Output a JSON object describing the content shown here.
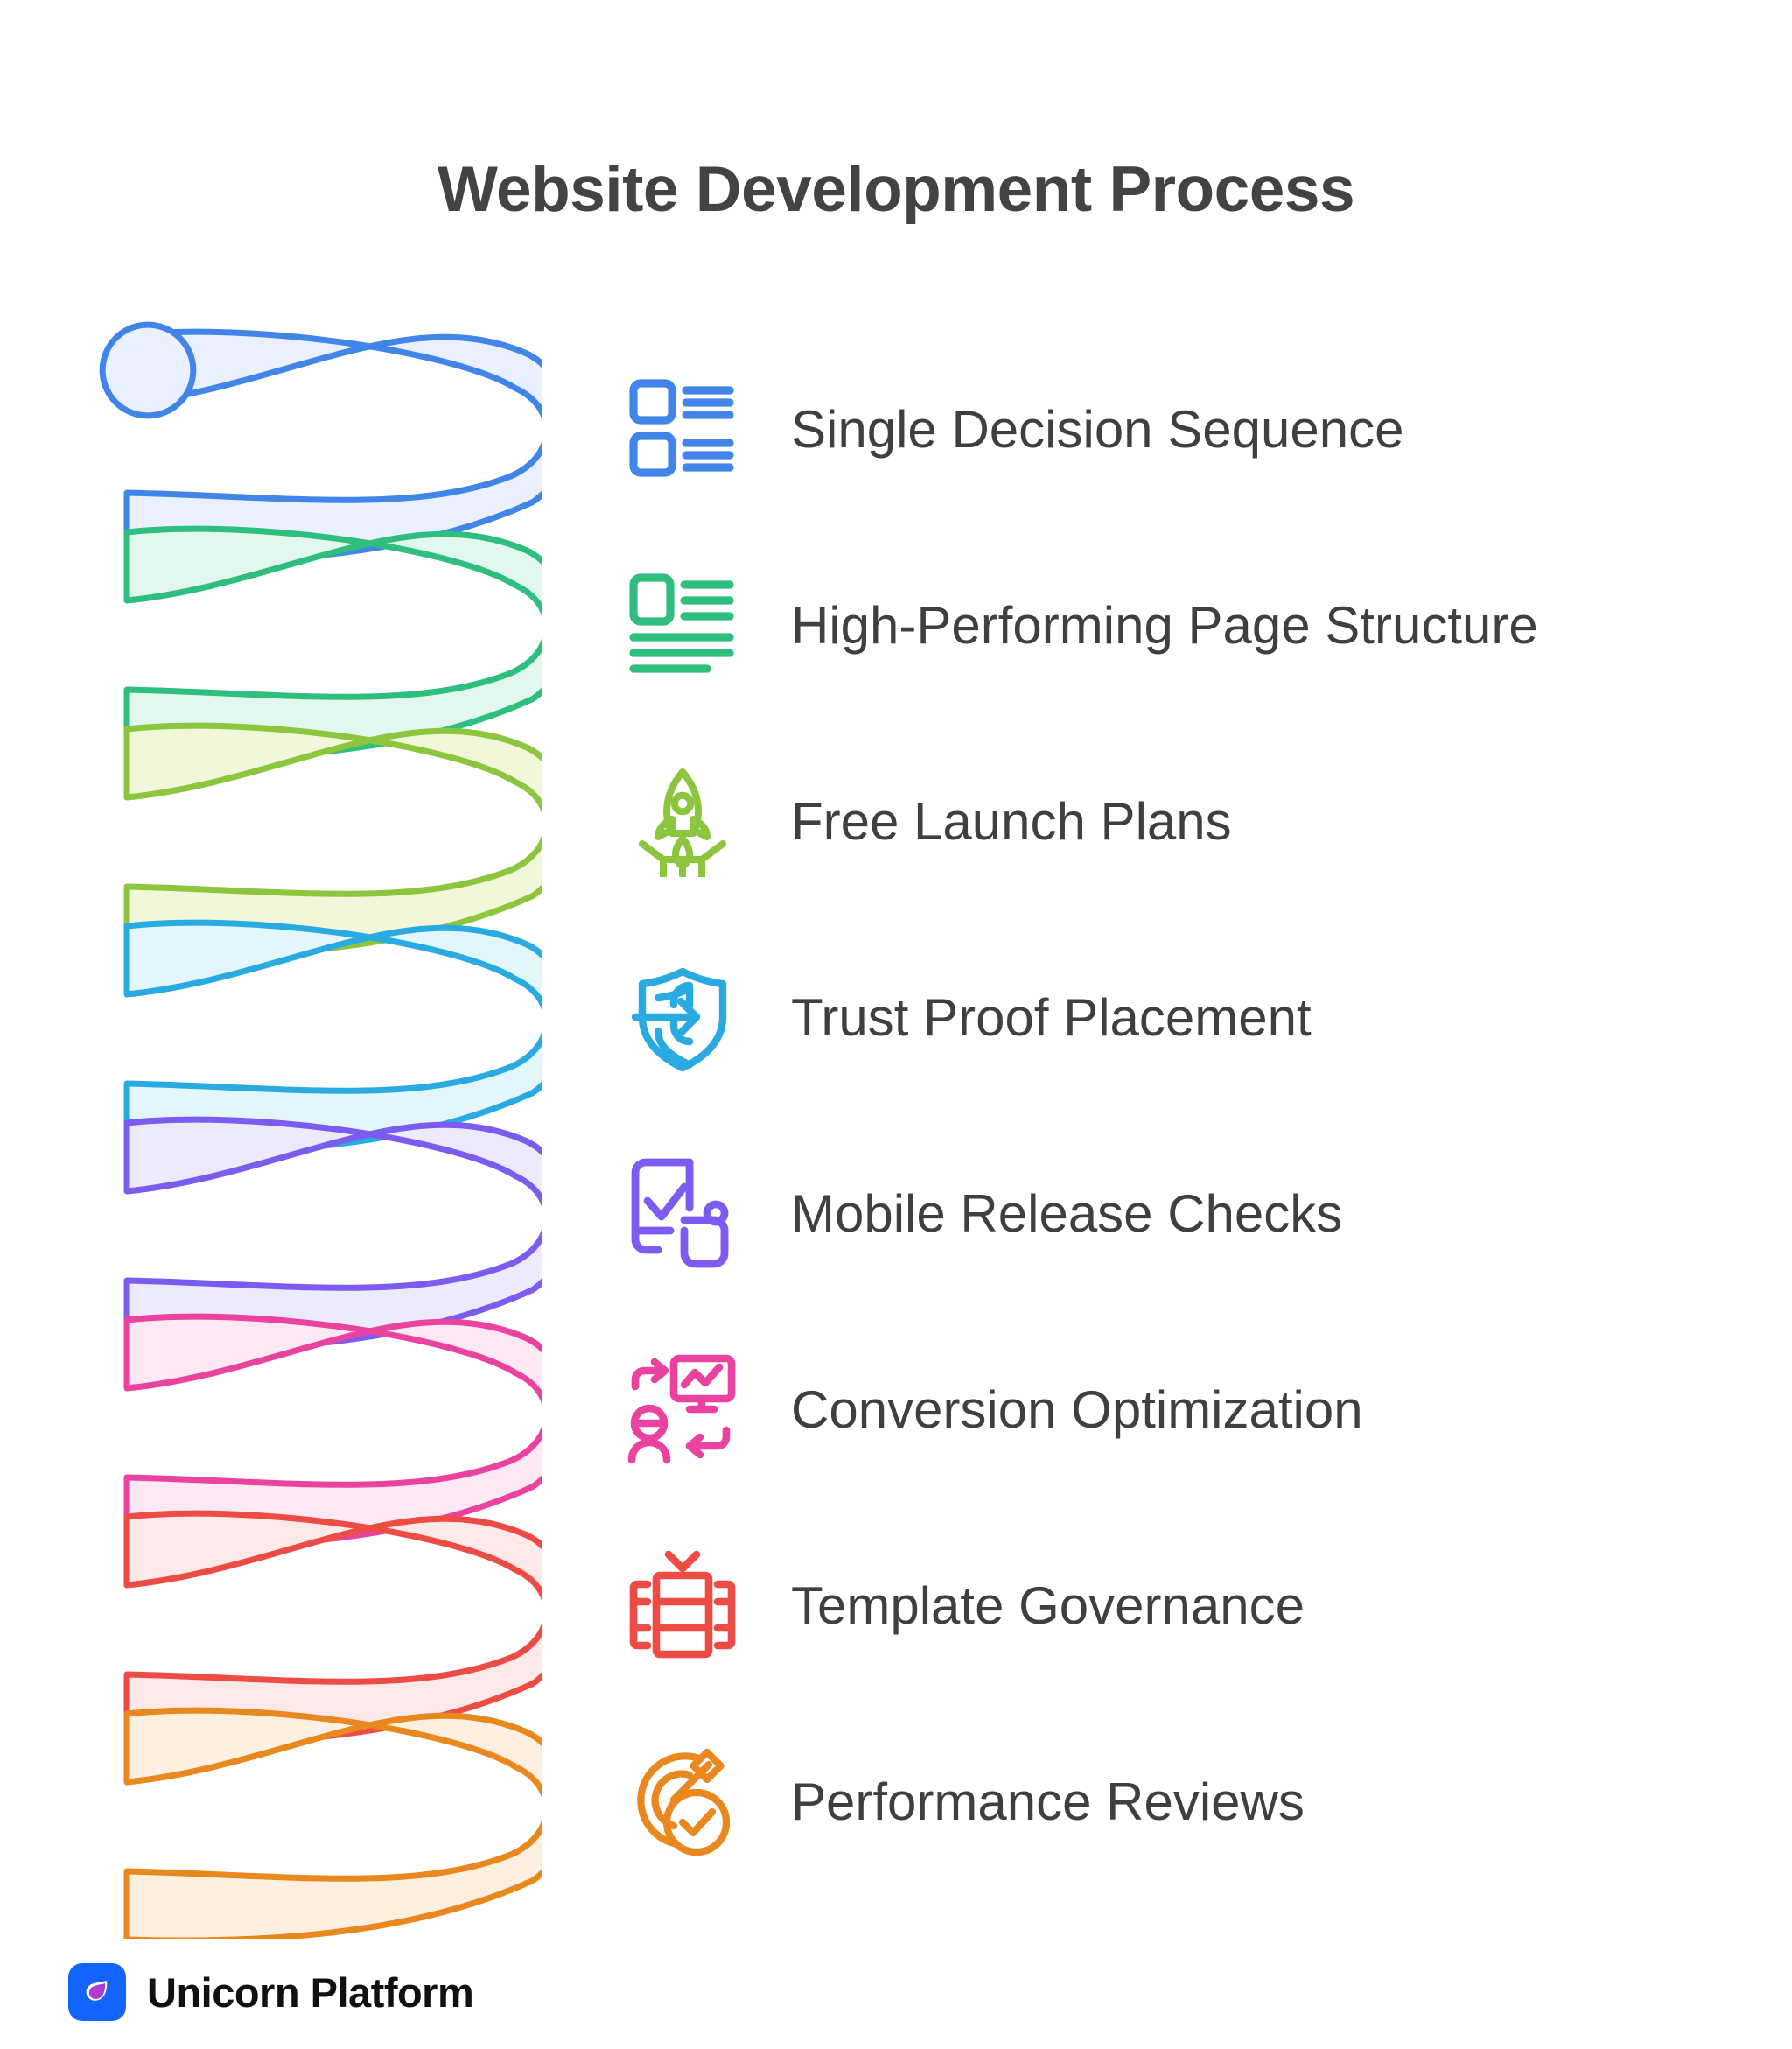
{
  "page": {
    "title": "Website Development Process",
    "background_color": "#ffffff",
    "title_color": "#434343"
  },
  "steps": [
    {
      "label": "Single Decision Sequence",
      "icon": "list-layout-icon",
      "color": "#4285e8",
      "fill": "#eaf0fd"
    },
    {
      "label": "High-Performing Page Structure",
      "icon": "article-layout-icon",
      "color": "#2ebf7e",
      "fill": "#e2f8ee"
    },
    {
      "label": "Free Launch Plans",
      "icon": "rocket-launch-icon",
      "color": "#8cc63e",
      "fill": "#f1f8d9"
    },
    {
      "label": "Trust Proof Placement",
      "icon": "shield-login-icon",
      "color": "#29abe2",
      "fill": "#e2f6fc"
    },
    {
      "label": "Mobile Release Checks",
      "icon": "mobile-check-icon",
      "color": "#7c5cf0",
      "fill": "#ecebfc"
    },
    {
      "label": "Conversion Optimization",
      "icon": "conversion-chart-icon",
      "color": "#e9439f",
      "fill": "#fce9f4"
    },
    {
      "label": "Template Governance",
      "icon": "template-grid-icon",
      "color": "#ed4c45",
      "fill": "#fdeae8"
    },
    {
      "label": "Performance Reviews",
      "icon": "target-check-icon",
      "color": "#e8881f",
      "fill": "#fdf0e0"
    }
  ],
  "spiral": {
    "name": "multicolor-coil-spiral",
    "turns": 8,
    "turn_colors": [
      "#4285e8",
      "#2ebf7e",
      "#8cc63e",
      "#29abe2",
      "#7c5cf0",
      "#e9439f",
      "#ed4c45",
      "#e8881f"
    ],
    "turn_fills": [
      "#eaf0fd",
      "#e2f8ee",
      "#f1f8d9",
      "#e2f6fc",
      "#ecebfc",
      "#fce9f4",
      "#fdeae8",
      "#fdf0e0"
    ]
  },
  "footer": {
    "brand": "Unicorn Platform",
    "logo_background": "#1464ff",
    "logo_leaf_color": "#b13ad6",
    "logo_icon": "unicorn-leaf-icon"
  }
}
